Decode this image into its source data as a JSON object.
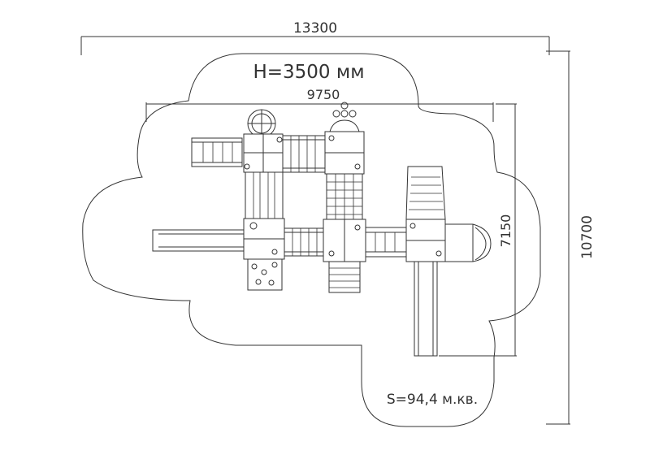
{
  "dimensions": {
    "overall_width": "13300",
    "overall_height": "10700",
    "structure_width": "9750",
    "structure_height": "7150"
  },
  "labels": {
    "height": "H=3500 мм",
    "area": "S=94,4 м.кв."
  },
  "colors": {
    "line": "#333333",
    "background": "#ffffff"
  }
}
